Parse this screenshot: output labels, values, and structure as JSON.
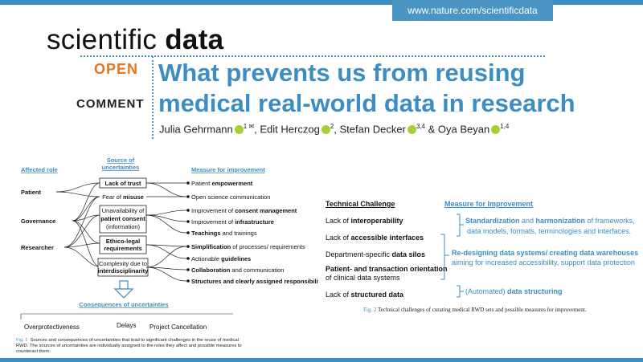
{
  "header": {
    "url": "www.nature.com/scientificdata",
    "journal_light": "scientific",
    "journal_bold": "data",
    "label_open": "OPEN",
    "label_comment": "COMMENT"
  },
  "article": {
    "title_line1": "What prevents us from reusing",
    "title_line2": "medical real-world data in research",
    "authors": [
      {
        "name": "Julia Gehrmann",
        "sup": "1 ✉"
      },
      {
        "name": "Edit Herczog",
        "sup": "2"
      },
      {
        "name": "Stefan Decker",
        "sup": "3,4"
      },
      {
        "name": "Oya Beyan",
        "sup": "1,4"
      }
    ],
    "sep": ", ",
    "amp": " & "
  },
  "figure1": {
    "col_roles": "Affected role",
    "col_sources_1": "Source of",
    "col_sources_2": "uncertainties",
    "col_measures": "Measure for improvement",
    "roles": [
      "Patient",
      "Governance",
      "Researcher"
    ],
    "source_trust": "Lack of trust",
    "source_misuse_pre": "Fear of ",
    "source_misuse_bold": "misuse",
    "source_consent_1": "Unavailability of",
    "source_consent_2": "patient consent",
    "source_consent_3": "(information)",
    "source_legal_1": "Ethico-legal",
    "source_legal_2": "requirements",
    "source_complex_1": "Complexity due to",
    "source_complex_2": "interdisciplinarity",
    "measures": [
      {
        "pre": "Patient ",
        "bold": "empowerment"
      },
      {
        "pre": "Open science communication",
        "bold": ""
      },
      {
        "pre": "Improvement of ",
        "bold": "consent management"
      },
      {
        "pre": "Improvement of ",
        "bold": "infrastructure"
      },
      {
        "pre": "Teachings",
        "bold": " and trainings"
      },
      {
        "pre": "Simplification",
        "bold": " of processes/ requirements",
        "swap": true
      },
      {
        "pre": "Actionable ",
        "bold": "guidelines"
      },
      {
        "pre": "Collaboration",
        "bold": " and communication",
        "swap": true
      },
      {
        "pre": "Structures",
        "bold": " and clearly assigned responsibilities",
        "swap": true
      }
    ],
    "consequences_title": "Consequences of uncertainties",
    "consequences": [
      "Overprotectiveness",
      "Delays",
      "Project Cancellation"
    ],
    "caption_num": "Fig. 1",
    "caption_1": "Sources and consequences of uncertainties that lead to significant challenges in the reuse of medical",
    "caption_2": "RWD. The sources of uncertainties are individually assigned to the roles they affect and possible measures to",
    "caption_3": "counteract them."
  },
  "figure2": {
    "col_challenge": "Technical Challenge",
    "col_measure": "Measure for Improvement",
    "c1_pre": "Lack of ",
    "c1_bold": "interoperability",
    "c2_pre": "Lack of ",
    "c2_bold": "accessible interfaces",
    "c3_pre": "Department-specific ",
    "c3_bold": "data silos",
    "c4_bold": "Patient- and transaction orientation",
    "c4_rest": "of clinical data systems",
    "c5_pre": "Lack of ",
    "c5_bold": "structured data",
    "m1_b1": "Standardization",
    "m1_mid": " and ",
    "m1_b2": "harmonization",
    "m1_rest": " of frameworks,",
    "m1_line2": "data models, formats, terminologies and interfaces.",
    "m2_bold": "Re-designing data systems/ creating data warehouses",
    "m2_line2": "aiming for increased accessibility, support data protection",
    "m3_pre": "(Automated) ",
    "m3_bold": "data structuring",
    "caption_num": "Fig. 2",
    "caption": "Technical challenges of curating medical RWD sets and possible measures for improvement."
  },
  "colors": {
    "accent": "#3b8dc4",
    "open": "#e6751f",
    "orcid": "#a6ce39"
  }
}
